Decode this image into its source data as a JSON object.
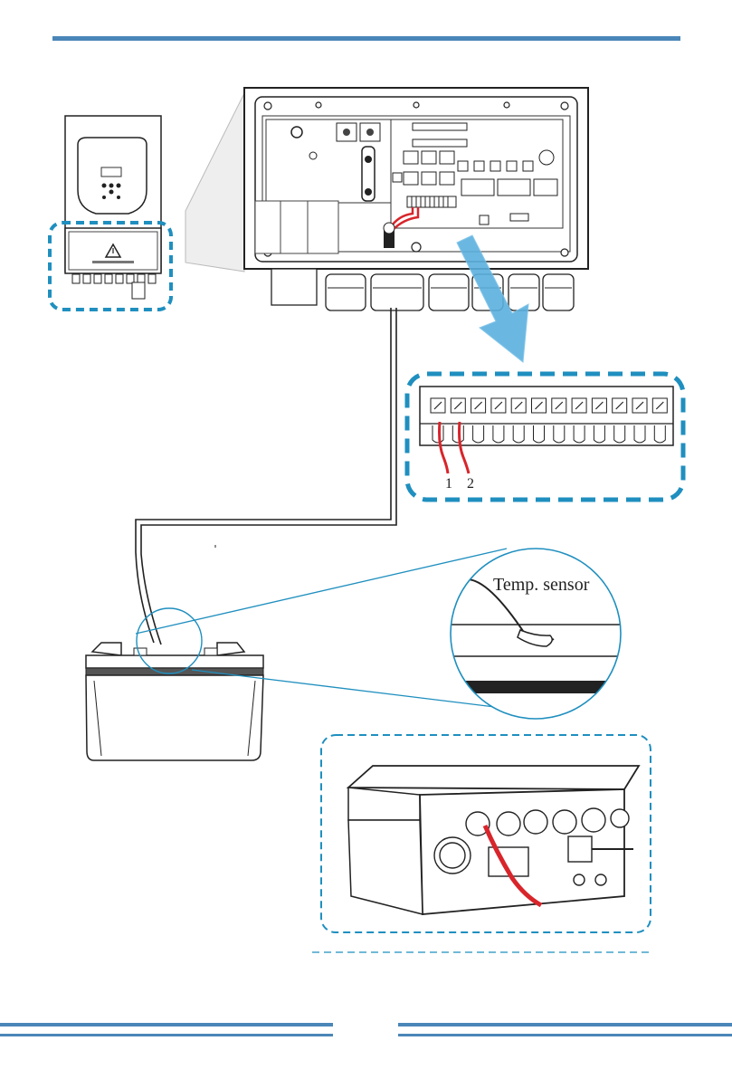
{
  "diagram": {
    "terminal_labels": {
      "pin1": "1",
      "pin2": "2"
    },
    "sensor_callout_label": "Temp. sensor",
    "colors": {
      "header_bar": "#4a86b8",
      "callout_border": "#1f8fbf",
      "wire_red": "#d8252b",
      "arrow_fill": "#5ab0df",
      "line": "#222222"
    },
    "icons": {
      "inverter": "inverter-unit-icon",
      "battery": "battery-icon",
      "warning": "warning-triangle-icon",
      "arrow": "down-right-arrow-icon"
    }
  }
}
